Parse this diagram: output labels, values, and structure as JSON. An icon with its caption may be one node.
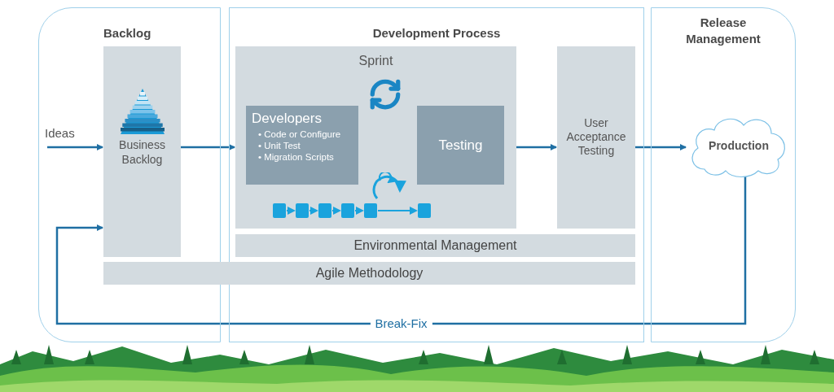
{
  "diagram": {
    "nodes": [
      {
        "text": [
          "Backlog"
        ]
      },
      {
        "text": [
          "Development Process"
        ]
      },
      {
        "text": [
          "Release Management"
        ]
      },
      {
        "text": [
          "Ideas"
        ],
        "in": 0
      },
      {
        "text": [
          "Business Backlog"
        ],
        "in": 0
      },
      {
        "text": [
          "Sprint"
        ],
        "in": 1
      },
      {
        "text": [
          "Developers",
          "• Code or Configure",
          "• Unit Test",
          "• Migration Scripts"
        ],
        "in": 5
      },
      {
        "text": [
          "Testing"
        ],
        "in": 5
      },
      {
        "text": [
          "User Acceptance Testing"
        ],
        "in": 1
      },
      {
        "text": [
          "Environmental Management"
        ],
        "in": 1
      },
      {
        "text": [
          "Agile Methodology"
        ]
      },
      {
        "text": [
          "Production"
        ],
        "in": 2
      }
    ],
    "edges": [
      {
        "from": 3,
        "to": 4,
        "arrow": "to"
      },
      {
        "from": 4,
        "to": 5,
        "arrow": "to"
      },
      {
        "from": 5,
        "to": 8,
        "arrow": "to"
      },
      {
        "from": 8,
        "to": 11,
        "arrow": "to"
      },
      {
        "from": 11,
        "to": 4,
        "arrow": "to",
        "label": "Break-Fix"
      }
    ]
  }
}
